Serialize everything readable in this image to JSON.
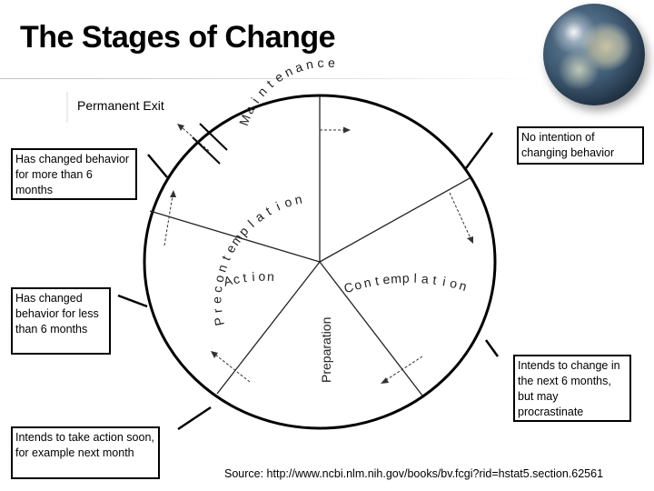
{
  "title": "The Stages of Change",
  "diagram": {
    "outside_label": "Permanent Exit",
    "stages": [
      "Precontemplation",
      "Contemplation",
      "Preparation",
      "Action",
      "Maintenance"
    ],
    "letters": {
      "precontemplation": [
        "P",
        "r",
        "e",
        "c",
        "o",
        "n",
        "t",
        "e",
        "m",
        "p",
        "l",
        "a",
        "t",
        "i",
        "o",
        "n"
      ],
      "contemplation": [
        "C",
        "o",
        "n",
        "t",
        "e",
        "m",
        "p",
        "l",
        "a",
        "t",
        "i",
        "o",
        "n"
      ],
      "maintenance": [
        "M",
        "a",
        "i",
        "n",
        "t",
        "e",
        "n",
        "a",
        "n",
        "c",
        "e"
      ],
      "action": [
        "A",
        "c",
        "t",
        "i",
        "o",
        "n"
      ],
      "preparation": "Preparation"
    }
  },
  "callouts": {
    "maintenance": "Has changed behavior for more than 6 months",
    "precontemplation": "No intention of changing behavior",
    "action": "Has changed behavior for less than 6 months",
    "contemplation": "Intends to change in the next 6 months, but may procrastinate",
    "preparation": "Intends to take action soon, for example next month"
  },
  "source": "Source: http://www.ncbi.nlm.nih.gov/books/bv.fcgi?rid=hstat5.section.62561",
  "icons": [
    "globe-icon"
  ]
}
